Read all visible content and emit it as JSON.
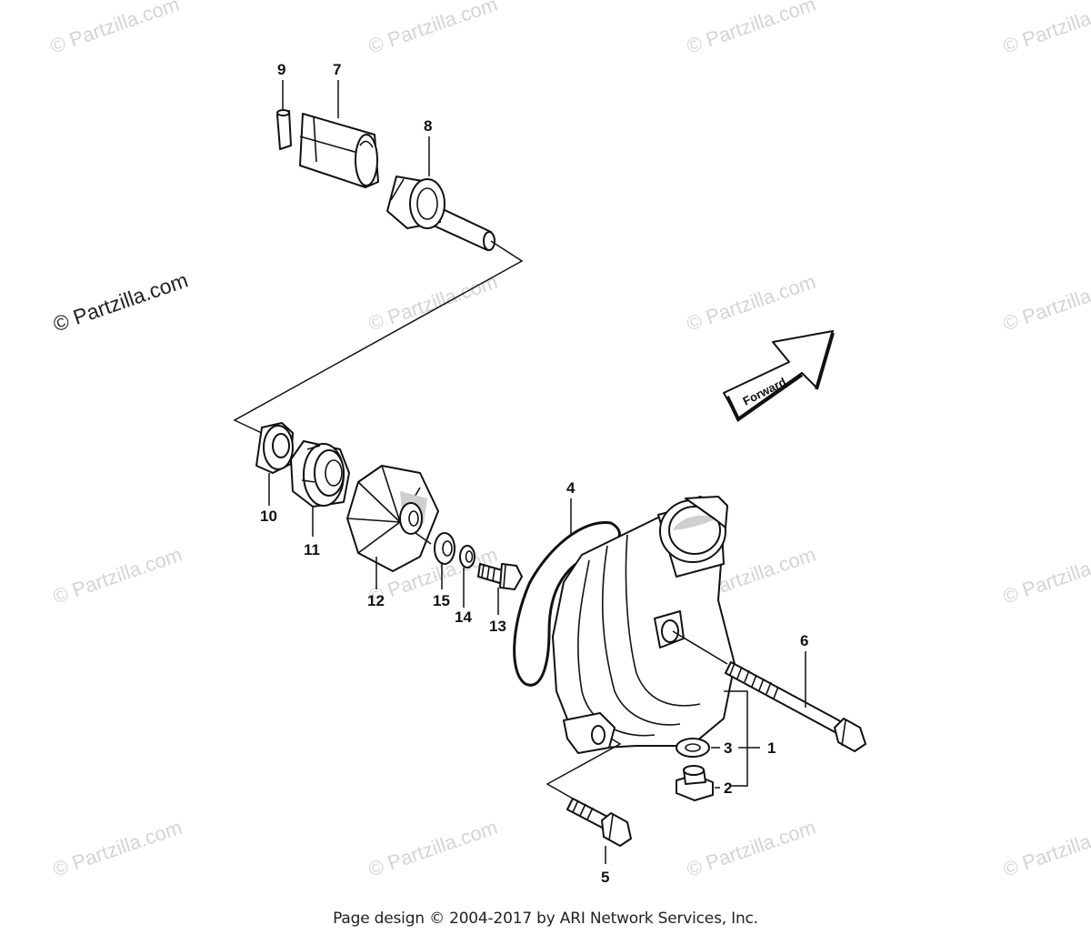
{
  "watermark": {
    "text": "© Partzilla.com"
  },
  "forward_label": "Forward",
  "footer": "Page design © 2004-2017 by ARI Network Services, Inc.",
  "callouts": [
    {
      "id": "1",
      "label": "1"
    },
    {
      "id": "2",
      "label": "2"
    },
    {
      "id": "3",
      "label": "3"
    },
    {
      "id": "4",
      "label": "4"
    },
    {
      "id": "5",
      "label": "5"
    },
    {
      "id": "6",
      "label": "6"
    },
    {
      "id": "7",
      "label": "7"
    },
    {
      "id": "8",
      "label": "8"
    },
    {
      "id": "9",
      "label": "9"
    },
    {
      "id": "10",
      "label": "10"
    },
    {
      "id": "11",
      "label": "11"
    },
    {
      "id": "12",
      "label": "12"
    },
    {
      "id": "13",
      "label": "13"
    },
    {
      "id": "14",
      "label": "14"
    },
    {
      "id": "15",
      "label": "15"
    }
  ]
}
